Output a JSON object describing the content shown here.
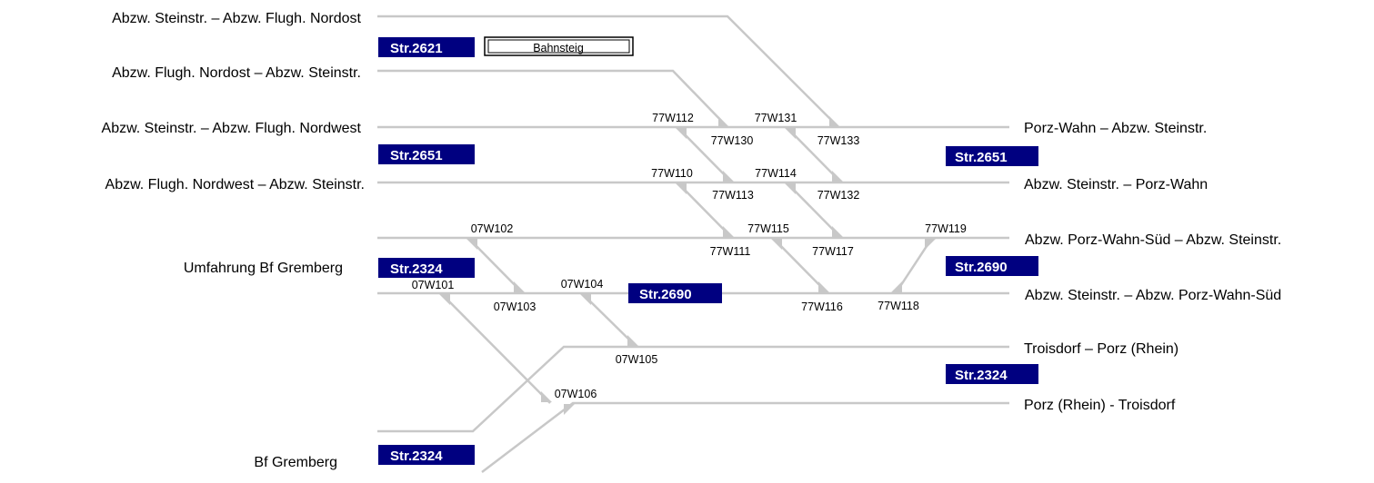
{
  "colors": {
    "track": "#c8c8c8",
    "route_box": "#000080",
    "route_text": "#ffffff",
    "text": "#000000"
  },
  "track_labels_left": [
    "Abzw. Steinstr. – Abzw. Flugh. Nordost",
    "Abzw. Flugh. Nordost – Abzw. Steinstr.",
    "Abzw. Steinstr. – Abzw. Flugh. Nordwest",
    "Abzw. Flugh. Nordwest – Abzw. Steinstr.",
    "Umfahrung Bf Gremberg",
    "Bf Gremberg"
  ],
  "track_labels_right": [
    "Porz-Wahn – Abzw. Steinstr.",
    "Abzw. Steinstr. – Porz-Wahn",
    "Abzw. Porz-Wahn-Süd – Abzw. Steinstr.",
    "Abzw. Steinstr. – Abzw. Porz-Wahn-Süd",
    "Troisdorf – Porz (Rhein)",
    "Porz (Rhein) - Troisdorf"
  ],
  "routes": [
    "Str.2621",
    "Str.2651",
    "Str.2651",
    "Str.2324",
    "Str.2690",
    "Str.2690",
    "Str.2324",
    "Str.2324"
  ],
  "platform": "Bahnsteig",
  "switches": [
    "77W112",
    "77W131",
    "77W130",
    "77W133",
    "77W110",
    "77W114",
    "77W113",
    "77W132",
    "07W102",
    "77W115",
    "77W119",
    "77W111",
    "77W117",
    "07W101",
    "07W104",
    "07W103",
    "77W116",
    "77W118",
    "07W105",
    "07W106"
  ]
}
